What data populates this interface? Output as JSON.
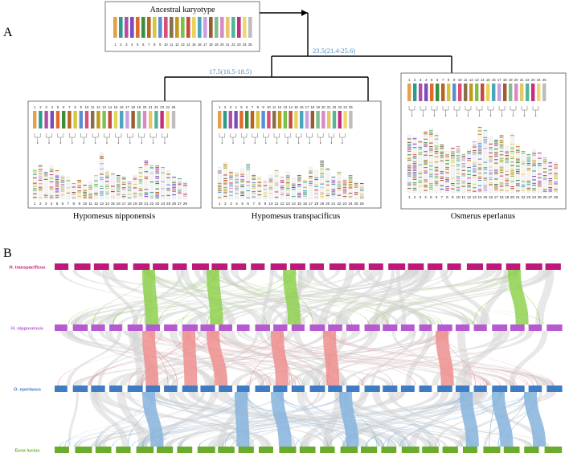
{
  "panels": {
    "a_letter": "A",
    "b_letter": "B"
  },
  "ancestral": {
    "title": "Ancestral karyotype",
    "chromosome_labels": [
      "1",
      "2",
      "3",
      "4",
      "5",
      "6",
      "7",
      "8",
      "9",
      "10",
      "11",
      "12",
      "13",
      "14",
      "15",
      "16",
      "17",
      "18",
      "19",
      "20",
      "21",
      "22",
      "23",
      "24",
      "25"
    ]
  },
  "divergence": {
    "node1_time": "23.5(21.4-25.6)",
    "node2_time": "17.5(16.5-18.5)"
  },
  "species": {
    "nipponensis": {
      "name": "Hypomesus nipponensis",
      "chromosome_labels": [
        "1",
        "2",
        "3",
        "4",
        "5",
        "6",
        "7",
        "8",
        "9",
        "10",
        "11",
        "12",
        "13",
        "14",
        "15",
        "16",
        "17",
        "18",
        "19",
        "20",
        "21",
        "22",
        "23",
        "24",
        "25",
        "26",
        "27",
        "28"
      ]
    },
    "transpacificus": {
      "name": "Hypomesus transpacificus",
      "chromosome_labels": [
        "1",
        "2",
        "3",
        "4",
        "5",
        "6",
        "7",
        "8",
        "9",
        "10",
        "11",
        "12",
        "13",
        "14",
        "15",
        "16",
        "17",
        "18",
        "19",
        "20",
        "21",
        "22",
        "23",
        "24",
        "25",
        "26"
      ]
    },
    "eperlanus": {
      "name": "Osmerus eperlanus",
      "chromosome_labels": [
        "1",
        "2",
        "3",
        "4",
        "5",
        "6",
        "7",
        "8",
        "9",
        "10",
        "11",
        "12",
        "13",
        "14",
        "15",
        "16",
        "17",
        "18",
        "19",
        "20",
        "21",
        "22",
        "23",
        "24",
        "25",
        "26",
        "27",
        "28"
      ]
    }
  },
  "synteny": {
    "tracks": [
      {
        "label": "H. transpacificus",
        "color": "#c0187a",
        "blocks": 26
      },
      {
        "label": "H. nipponensis",
        "color": "#b65ad0",
        "blocks": 28
      },
      {
        "label": "O. eperlanus",
        "color": "#3f7cc4",
        "blocks": 28
      },
      {
        "label": "Esox lucius",
        "color": "#6aab2e",
        "blocks": 25
      }
    ],
    "link_colors": [
      "#8fd14f",
      "#ee8f8f",
      "#86b4dd",
      "#d6d6d6"
    ]
  },
  "palette": [
    "#e4a14a",
    "#2e9c8c",
    "#b04fa5",
    "#7b4dbb",
    "#e06b28",
    "#3d8d3d",
    "#b5651d",
    "#d6c640",
    "#5a8fd6",
    "#d84f7a",
    "#8a6e4a",
    "#c19a1c",
    "#7cc24a",
    "#c34b3f",
    "#e9d35b",
    "#4aa6b8",
    "#c8a0e0",
    "#9b5c2e",
    "#7fbf8f",
    "#d98ac6",
    "#e6c86a",
    "#56b39a",
    "#c62d7e",
    "#f0d870",
    "#bdbdbd"
  ]
}
